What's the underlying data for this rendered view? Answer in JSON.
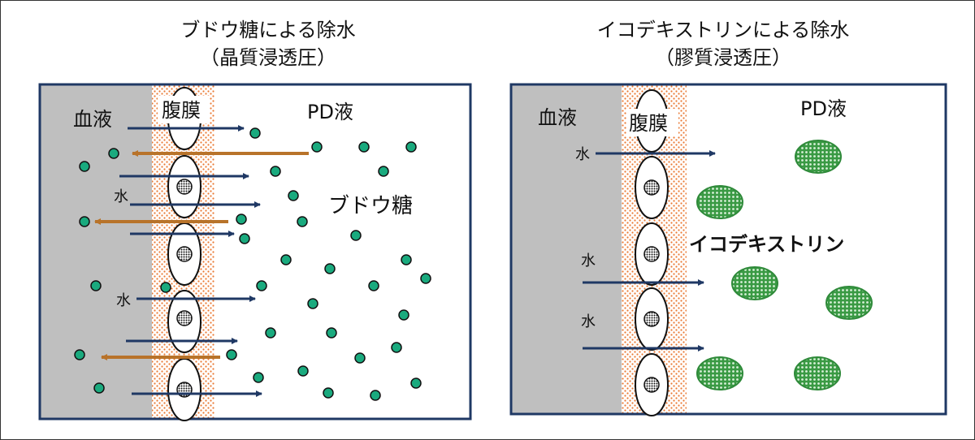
{
  "left_panel": {
    "title": "ブドウ糖による除水",
    "subtitle": "（晶質浸透圧）",
    "blood_label": "血液",
    "membrane_label": "腹膜",
    "pd_label": "PD液",
    "solute_label": "ブドウ糖",
    "water_labels": [
      "水",
      "水"
    ]
  },
  "right_panel": {
    "title": "イコデキストリンによる除水",
    "subtitle": "（膠質浸透圧）",
    "blood_label": "血液",
    "membrane_label": "腹膜",
    "pd_label": "PD液",
    "solute_label": "イコデキストリン",
    "water_labels": [
      "水",
      "水",
      "水"
    ]
  },
  "colors": {
    "border": "#1f3864",
    "blood": "#bfbfbf",
    "membrane_dots": "#ea7a34",
    "water_arrow": "#1f3864",
    "glucose_arrow": "#b8732a",
    "glucose": "#1aaa7e",
    "icodextrin": "#2f8a3a"
  }
}
